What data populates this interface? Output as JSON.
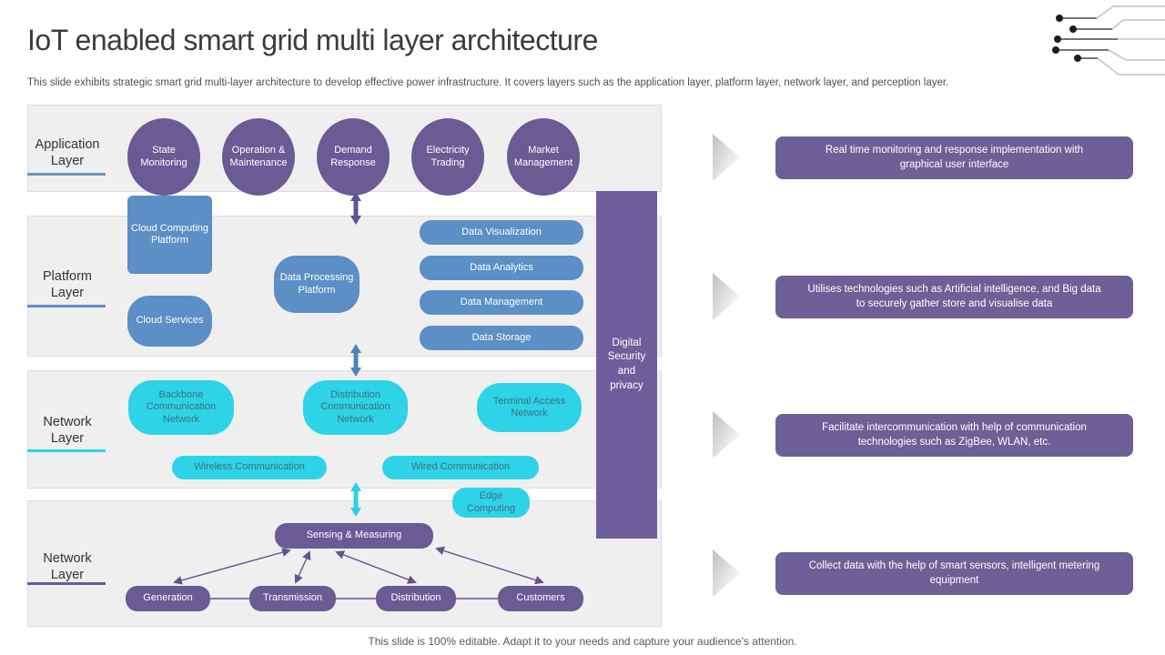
{
  "slide": {
    "title": "IoT enabled smart grid multi layer architecture",
    "subtitle": "This slide exhibits strategic smart grid multi-layer architecture to develop effective power infrastructure. It covers layers such as the application layer, platform layer, network layer, and perception layer.",
    "footer": "This slide is 100% editable. Adapt it to your needs and capture your audience's attention."
  },
  "colors": {
    "node_purple": "#6a5b95",
    "node_blue": "#5b8fc6",
    "node_cyan": "#2ed3e7",
    "callout_purple": "#6d6096",
    "security_bar_purple": "#6c5f9c",
    "band_background": "#efeff0",
    "app_underline": "#6a96c2"
  },
  "layers": [
    {
      "label": "Application Layer",
      "items": [
        "State Monitoring",
        "Operation & Maintenance",
        "Demand Response",
        "Electricity Trading",
        "Market Management"
      ]
    },
    {
      "label": "Platform Layer",
      "items": [
        "Cloud Computing Platform",
        "Cloud Services",
        "Data Processing Platform",
        "Data Visualization",
        "Data Analytics",
        "Data Management",
        "Data Storage"
      ]
    },
    {
      "label": "Network Layer",
      "items": [
        "Backbone Communication Network",
        "Distribution Communication Network",
        "Terminal Access Network",
        "Wireless Communication",
        "Wired Communication",
        "Edge Computing"
      ]
    },
    {
      "label": "Network Layer",
      "items": [
        "Sensing & Measuring",
        "Generation",
        "Transmission",
        "Distribution",
        "Customers"
      ]
    }
  ],
  "security_bar": {
    "label": "Digital Security and privacy"
  },
  "callouts": [
    "Real time monitoring and response implementation with graphical user interface",
    "Utilises technologies such as Artificial intelligence, and Big data to securely gather store and visualise data",
    "Facilitate intercommunication with help of communication technologies such as ZigBee, WLAN, etc.",
    "Collect data with the help of smart sensors, intelligent metering equipment"
  ]
}
